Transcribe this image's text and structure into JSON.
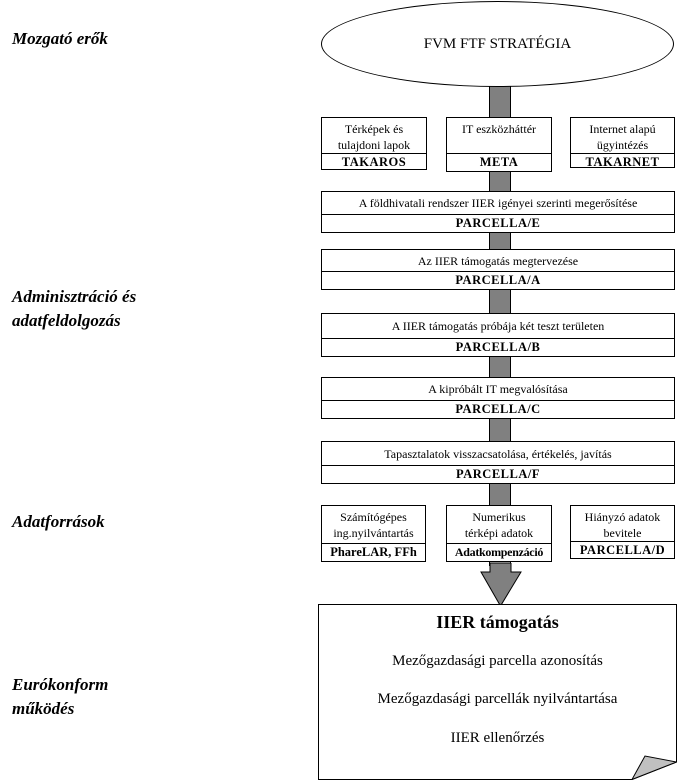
{
  "stages": [
    {
      "label": "Mozgató erők"
    },
    {
      "label": "Adminisztráció és adatfeldolgozás",
      "lines": [
        "Adminisztráció és",
        "adatfeldolgozás"
      ]
    },
    {
      "label": "Adatforrások"
    },
    {
      "label": "Eurókonform működés",
      "lines": [
        "Eurókonform",
        "működés"
      ]
    }
  ],
  "strategy": {
    "title": "FVM FTF STRATÉGIA"
  },
  "driver_boxes": [
    {
      "lines": [
        "Térképek és",
        "tulajdoni lapok"
      ],
      "code": "TAKAROS"
    },
    {
      "lines": [
        "IT eszközháttér"
      ],
      "code": "META"
    },
    {
      "lines": [
        "Internet alapú",
        "ügyintézés"
      ],
      "code": "TAKARNET"
    }
  ],
  "process_steps": [
    {
      "text": "A földhivatali rendszer IIER igényei szerinti megerősítése",
      "code": "PARCELLA/E"
    },
    {
      "text": "Az IIER támogatás megtervezése",
      "code": "PARCELLA/A"
    },
    {
      "text": "A IIER támogatás próbája két teszt területen",
      "code": "PARCELLA/B"
    },
    {
      "text": "A kipróbált IT megvalósítása",
      "code": "PARCELLA/C"
    },
    {
      "text": "Tapasztalatok visszacsatolása, értékelés, javítás",
      "code": "PARCELLA/F"
    }
  ],
  "source_boxes": [
    {
      "lines": [
        "Számítógépes",
        "ing.nyilvántartás"
      ],
      "code": "PhareLAR, FFh"
    },
    {
      "lines": [
        "Numerikus",
        "térképi adatok"
      ],
      "code": "Adatkompenzáció"
    },
    {
      "lines": [
        "Hiányzó adatok",
        "bevitele"
      ],
      "code": "PARCELLA/D"
    }
  ],
  "result": {
    "title": "IIER támogatás",
    "items": [
      "Mezőgazdasági parcella azonosítás",
      "Mezőgazdasági parcellák nyilvántartása",
      "IIER ellenőrzés"
    ]
  },
  "colors": {
    "connector": "#808080",
    "page_curl": "#c0c0c0"
  }
}
